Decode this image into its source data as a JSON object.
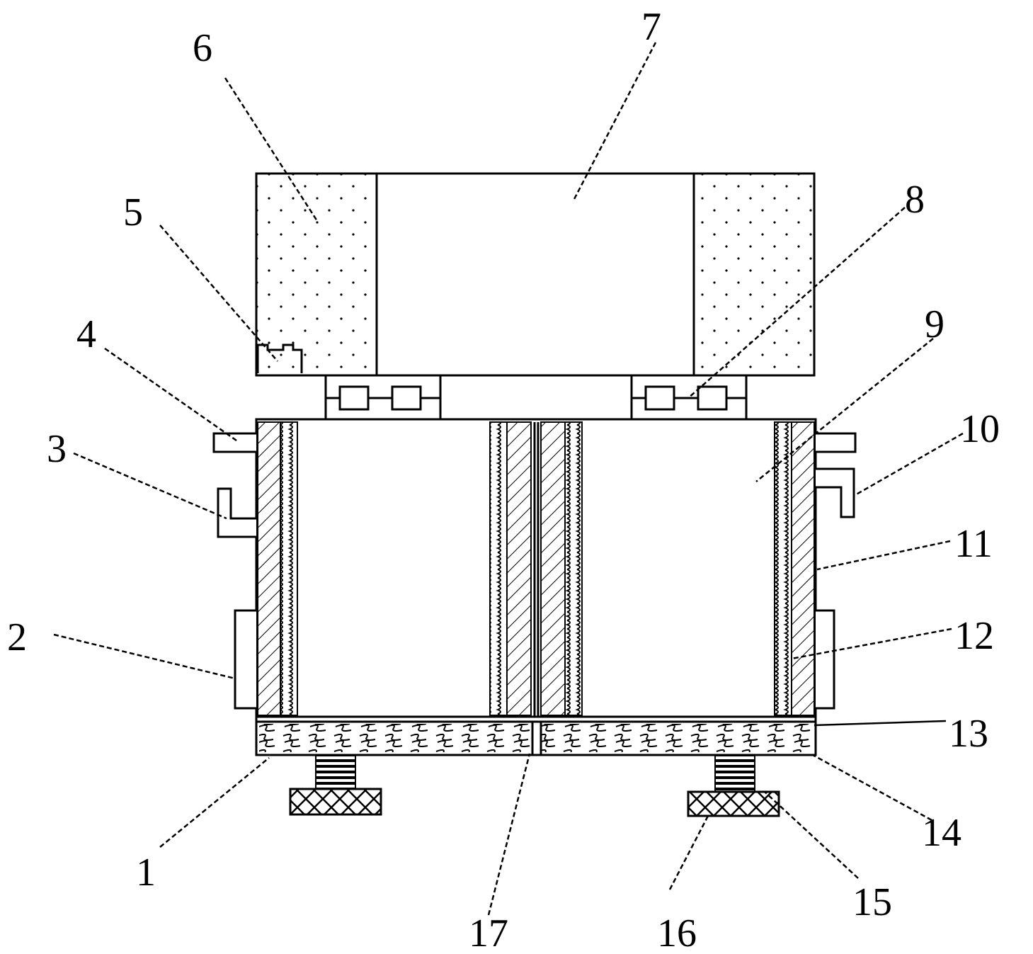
{
  "figure": {
    "labels": {
      "l1": "1",
      "l2": "2",
      "l3": "3",
      "l4": "4",
      "l5": "5",
      "l6": "6",
      "l7": "7",
      "l8": "8",
      "l9": "9",
      "l10": "10",
      "l11": "11",
      "l12": "12",
      "l13": "13",
      "l14": "14",
      "l15": "15",
      "l16": "16",
      "l17": "17"
    }
  }
}
